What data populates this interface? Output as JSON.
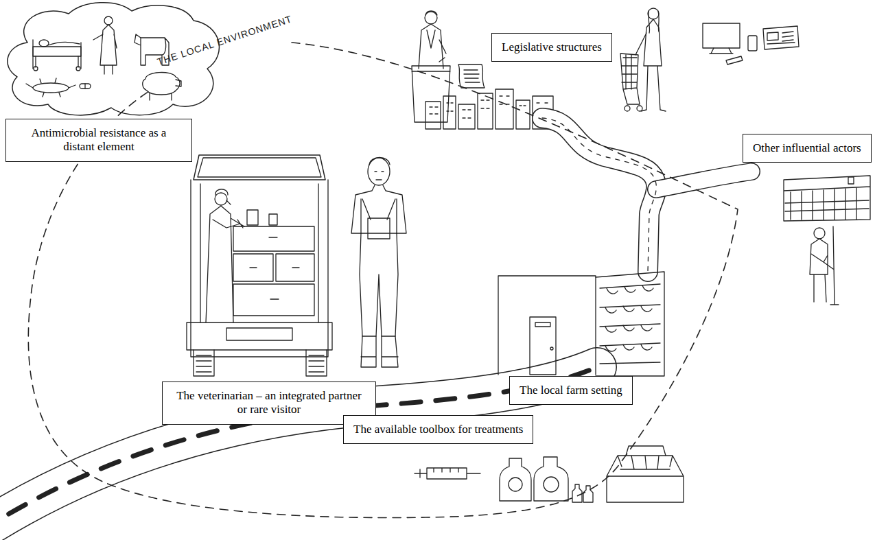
{
  "diagram": {
    "nodes": [
      {
        "text": [
          "Legislative structures"
        ]
      },
      {
        "text": [
          "Antimicrobial resistance as a distant element"
        ]
      },
      {
        "text": [
          "Other influential actors"
        ]
      },
      {
        "text": [
          "The local farm setting"
        ]
      },
      {
        "text": [
          "The veterinarian – an integrated partner or rare visitor"
        ]
      },
      {
        "text": [
          "The available toolbox for treatments"
        ]
      }
    ],
    "labels": [
      "THE LOCAL ENVIRONMENT"
    ]
  }
}
